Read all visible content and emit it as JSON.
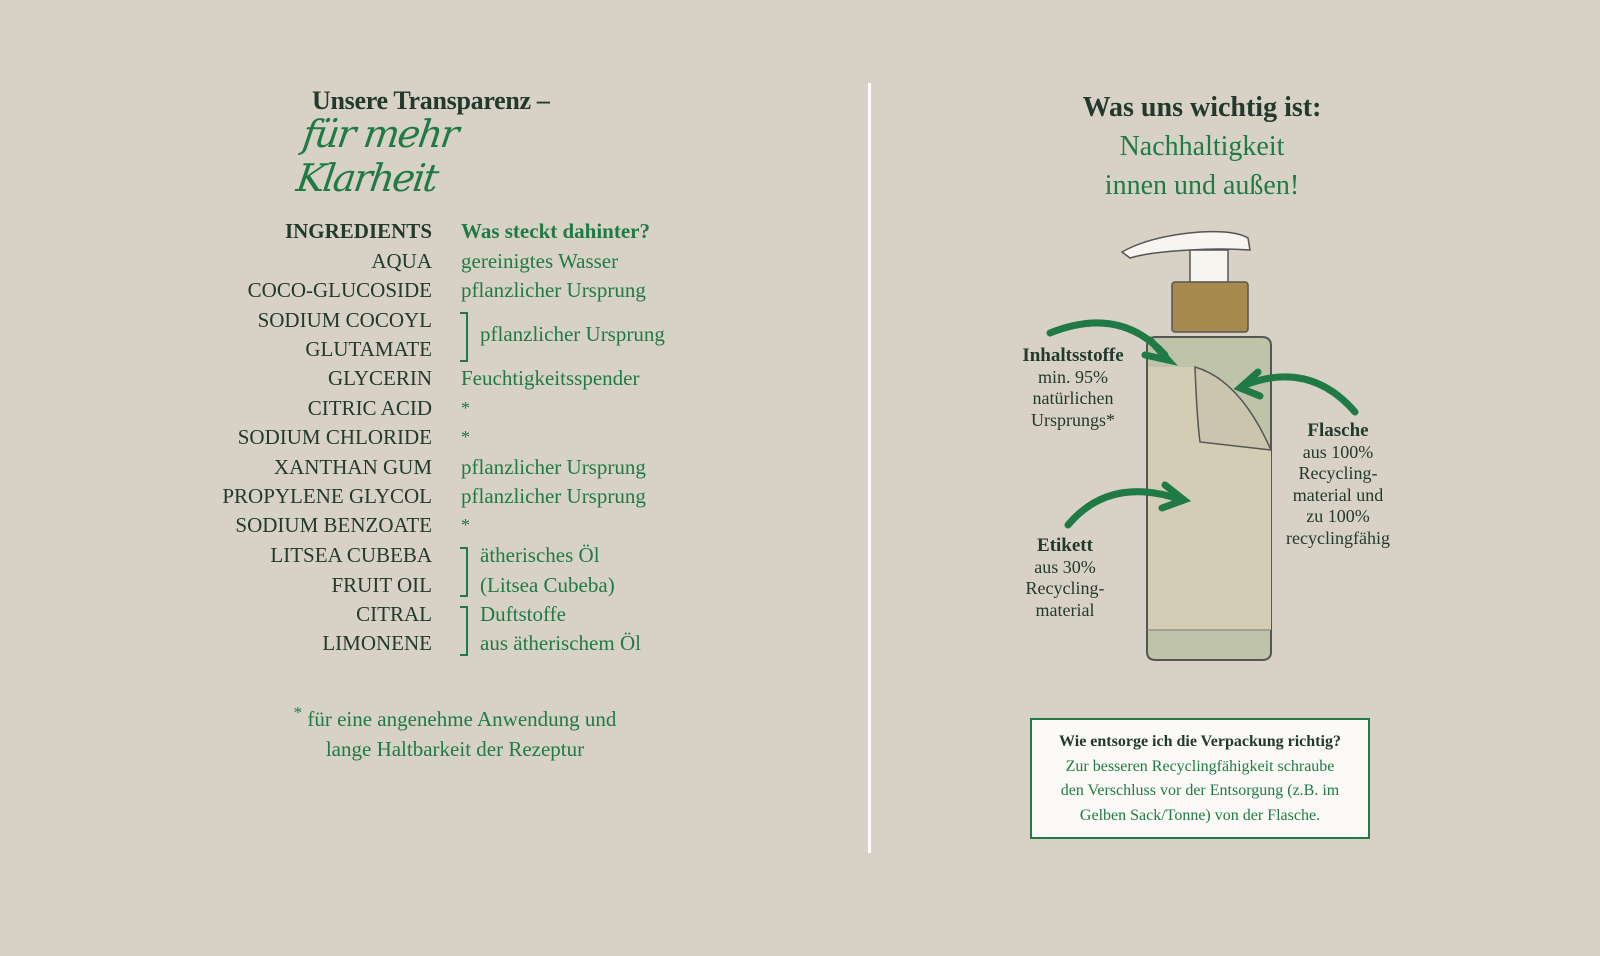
{
  "left": {
    "title": "Unsere Transparenz –",
    "subtitle": "für mehr Klarheit",
    "header": {
      "name": "INGREDIENTS",
      "desc": "Was steckt dahinter?"
    },
    "rows": [
      {
        "name": "AQUA",
        "desc": "gereinigtes Wasser"
      },
      {
        "name": "COCO-GLUCOSIDE",
        "desc": "pflanzlicher Ursprung"
      },
      {
        "name": "GLYCERIN",
        "desc": "Feuchtigkeitsspender"
      },
      {
        "name": "CITRIC ACID",
        "desc": "*"
      },
      {
        "name": "SODIUM CHLORIDE",
        "desc": "*"
      },
      {
        "name": "XANTHAN GUM",
        "desc": "pflanzlicher Ursprung"
      },
      {
        "name": "PROPYLENE GLYCOL",
        "desc": "pflanzlicher Ursprung"
      },
      {
        "name": "SODIUM BENZOATE",
        "desc": "*"
      }
    ],
    "groups": [
      {
        "names": [
          "SODIUM COCOYL",
          "GLUTAMATE"
        ],
        "desc": [
          "pflanzlicher Ursprung"
        ]
      },
      {
        "names": [
          "LITSEA CUBEBA",
          "FRUIT OIL"
        ],
        "desc": [
          "ätherisches Öl",
          "(Litsea Cubeba)"
        ]
      },
      {
        "names": [
          "CITRAL",
          "LIMONENE"
        ],
        "desc": [
          "Duftstoffe",
          "aus ätherischem Öl"
        ]
      }
    ],
    "footnote": {
      "mark": "*",
      "line1": "für eine angenehme Anwendung und",
      "line2": "lange Haltbarkeit der Rezeptur"
    }
  },
  "right": {
    "title": "Was uns wichtig ist:",
    "subtitle1": "Nachhaltigkeit",
    "subtitle2": "innen und außen!",
    "labels": {
      "contents": {
        "title": "Inhaltsstoffe",
        "lines": [
          "min. 95%",
          "natürlichen",
          "Ursprungs*"
        ]
      },
      "bottle": {
        "title": "Flasche",
        "lines": [
          "aus 100%",
          "Recycling-",
          "material und",
          "zu 100%",
          "recyclingfähig"
        ]
      },
      "label": {
        "title": "Etikett",
        "lines": [
          "aus 30%",
          "Recycling-",
          "material"
        ]
      }
    },
    "box": {
      "title": "Wie entsorge ich die Verpackung richtig?",
      "lines": [
        "Zur besseren Recyclingfähigkeit schraube",
        "den Verschluss vor der Entsorgung (z.B. im",
        "Gelben Sack/Tonne) von der Flasche."
      ]
    }
  },
  "colors": {
    "background": "#d8d2c6",
    "green": "#1f7a46",
    "dark": "#23392c",
    "cap": "#a88a4e",
    "bottle": "#bfc3a8"
  }
}
